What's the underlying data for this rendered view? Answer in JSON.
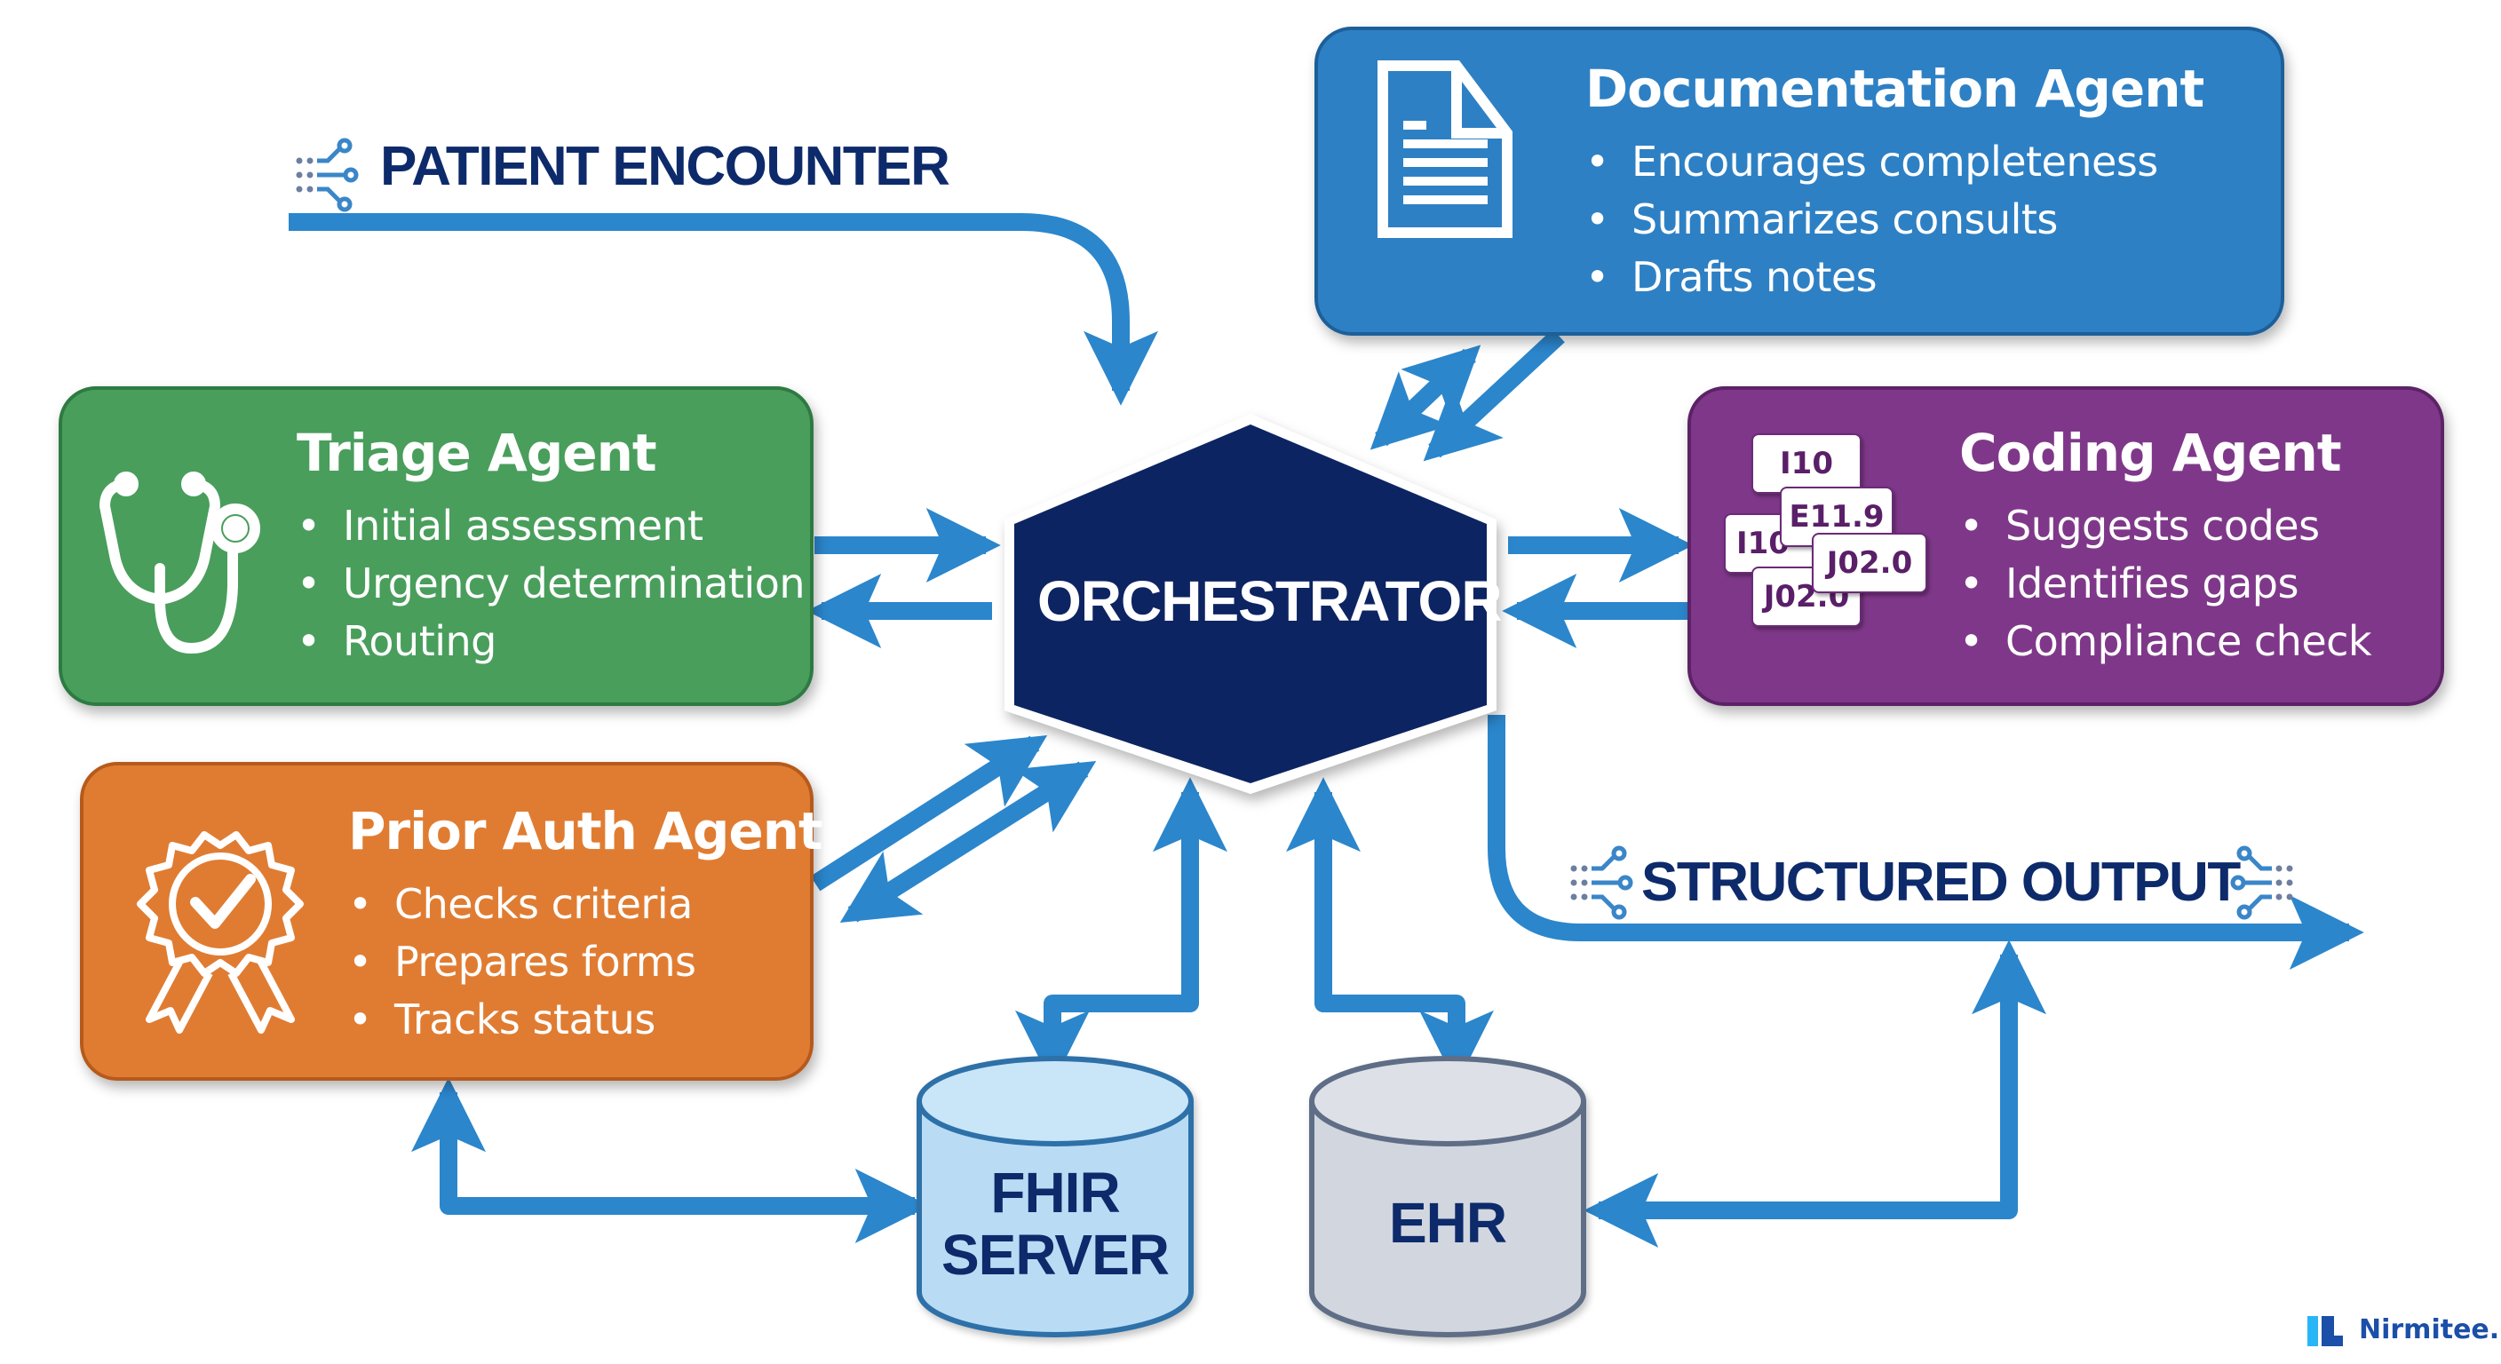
{
  "colors": {
    "arrow": "#2b86cc",
    "navy": "#0d2a6b",
    "documentation": "#2f80c4",
    "triage": "#4a9e5c",
    "coding": "#7f3889",
    "prior_auth": "#e07b30",
    "fhir_fill": "#b9dcf4",
    "ehr_fill": "#d2d6de"
  },
  "flow_labels": {
    "input": "PATIENT ENCOUNTER",
    "output": "STRUCTURED OUTPUT"
  },
  "orchestrator": {
    "label": "ORCHESTRATOR"
  },
  "agents": {
    "documentation": {
      "title": "Documentation Agent",
      "icon": "document-icon",
      "items": [
        "Encourages completeness",
        "Summarizes consults",
        "Drafts notes"
      ]
    },
    "triage": {
      "title": "Triage Agent",
      "icon": "stethoscope-icon",
      "items": [
        "Initial assessment",
        "Urgency determination",
        "Routing"
      ]
    },
    "coding": {
      "title": "Coding Agent",
      "icon": "code-tags-icon",
      "codes": [
        "I10",
        "I10",
        "E11.9",
        "J02.0",
        "J02.0"
      ],
      "items": [
        "Suggests codes",
        "Identifies gaps",
        "Compliance check"
      ]
    },
    "prior_auth": {
      "title": "Prior Auth Agent",
      "icon": "award-badge-icon",
      "items": [
        "Checks criteria",
        "Prepares forms",
        "Tracks status"
      ]
    }
  },
  "data_stores": {
    "fhir": {
      "line1": "FHIR",
      "line2": "SERVER"
    },
    "ehr": {
      "label": "EHR"
    }
  },
  "branding": {
    "name": "Nirmitee.io"
  }
}
